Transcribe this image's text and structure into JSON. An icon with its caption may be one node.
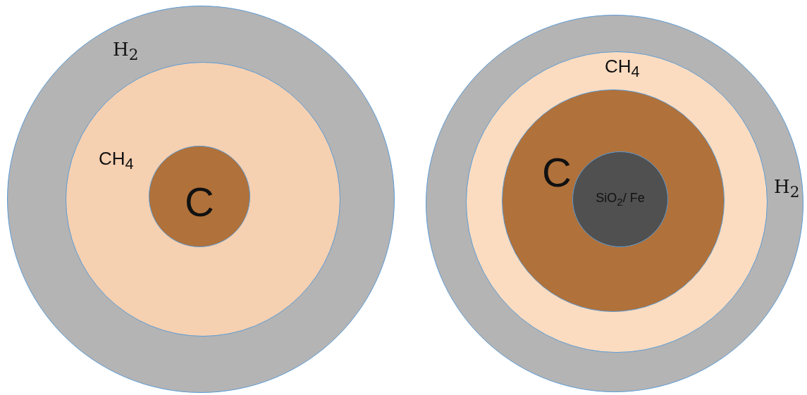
{
  "diagram": {
    "nodes": [
      {
        "text": [
          "H$_{2}$"
        ]
      },
      {
        "text": [
          "CH$_{4}$"
        ],
        "in": 0
      },
      {
        "text": [
          "C"
        ],
        "in": 1
      },
      {
        "text": [
          "H$_{2}$"
        ]
      },
      {
        "text": [
          "CH$_{4}$"
        ],
        "in": 3
      },
      {
        "text": [
          "C"
        ],
        "in": 4
      },
      {
        "text": [
          "SiO$_{2}$/ Fe"
        ],
        "in": 5
      }
    ]
  }
}
